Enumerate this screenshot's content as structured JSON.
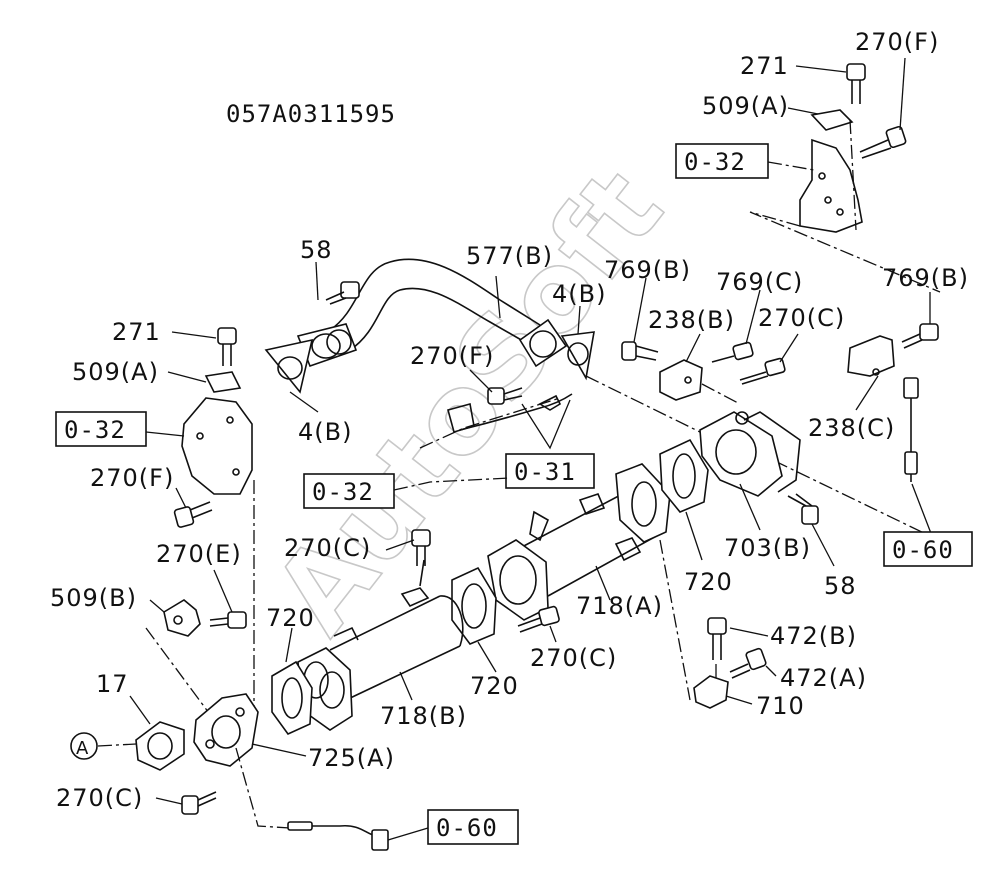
{
  "diagram_code": "057A0311595",
  "watermark": "AutoSoft",
  "refs": {
    "r1": "0-32",
    "r2": "0-32",
    "r3": "0-32",
    "r4": "0-31",
    "r5": "0-60",
    "r6": "0-60"
  },
  "callout_a": "A",
  "labels": {
    "l271a": "271",
    "l270f_top": "270(F)",
    "l509a_top": "509(A)",
    "l58_top": "58",
    "l577b": "577(B)",
    "l4b_right": "4(B)",
    "l769b_mid": "769(B)",
    "l769c": "769(C)",
    "l769b_right": "769(B)",
    "l238b": "238(B)",
    "l270c_top": "270(C)",
    "l271b": "271",
    "l509a_left": "509(A)",
    "l4b_left": "4(B)",
    "l270f_mid": "270(F)",
    "l238c": "238(C)",
    "l270f_left": "270(F)",
    "l270e": "270(E)",
    "l270c_mid": "270(C)",
    "l509b": "509(B)",
    "l720a": "720",
    "l720b": "720",
    "l720c": "720",
    "l703b": "703(B)",
    "l58_bottom": "58",
    "l718a": "718(A)",
    "l270c_low": "270(C)",
    "l472b": "472(B)",
    "l472a": "472(A)",
    "l710": "710",
    "l17": "17",
    "l718b": "718(B)",
    "l725a": "725(A)",
    "l270c_bottom": "270(C)"
  }
}
